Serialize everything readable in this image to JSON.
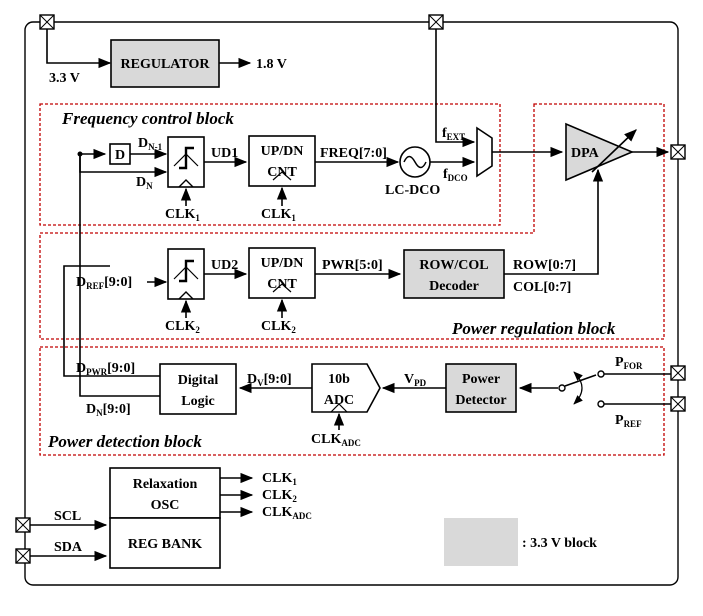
{
  "supply": {
    "in": "3.3 V",
    "out": "1.8 V"
  },
  "regulator": "REGULATOR",
  "blocks": {
    "freq_title": "Frequency control block",
    "power_reg_title": "Power regulation block",
    "power_det_title": "Power detection block"
  },
  "freq": {
    "d_box": "D",
    "dn1_main": "D",
    "dn1_sub": "N-1",
    "dn_main": "D",
    "dn_sub": "N",
    "clk1_main": "CLK",
    "clk1_sub": "1",
    "ud1": "UD1",
    "cnt_line1": "UP/DN",
    "cnt_line2": "CNT",
    "freq_bus": "FREQ[7:0]",
    "lcdco": "LC-DCO",
    "fext_main": "f",
    "fext_sub": "EXT",
    "fdco_main": "f",
    "fdco_sub": "DCO"
  },
  "dpa": "DPA",
  "pwr": {
    "dref_main": "D",
    "dref_sub": "REF",
    "dref_bus": "[9:0]",
    "clk2_main": "CLK",
    "clk2_sub": "2",
    "ud2": "UD2",
    "cnt_line1": "UP/DN",
    "cnt_line2": "CNT",
    "pwr_bus": "PWR[5:0]",
    "decoder_line1": "ROW/COL",
    "decoder_line2": "Decoder",
    "row": "ROW[0:7]",
    "col": "COL[0:7]"
  },
  "det": {
    "dpwr_main": "D",
    "dpwr_sub": "PWR",
    "dpwr_bus": "[9:0]",
    "dn_main": "D",
    "dn_sub": "N",
    "dn_bus": "[9:0]",
    "logic_line1": "Digital",
    "logic_line2": "Logic",
    "dv_main": "D",
    "dv_sub": "V",
    "dv_bus": "[9:0]",
    "adc_line1": "10b",
    "adc_line2": "ADC",
    "clkadc_main": "CLK",
    "clkadc_sub": "ADC",
    "vpd_main": "V",
    "vpd_sub": "PD",
    "detector_line1": "Power",
    "detector_line2": "Detector",
    "pfor_main": "P",
    "pfor_sub": "FOR",
    "pref_main": "P",
    "pref_sub": "REF"
  },
  "misc": {
    "osc_line1": "Relaxation",
    "osc_line2": "OSC",
    "clk1_main": "CLK",
    "clk1_sub": "1",
    "clk2_main": "CLK",
    "clk2_sub": "2",
    "clkadc_main": "CLK",
    "clkadc_sub": "ADC",
    "regbank": "REG BANK",
    "scl": "SCL",
    "sda": "SDA",
    "legend": ": 3.3 V block"
  },
  "colors": {
    "block_border": "#c00000",
    "shaded_3v3": "#d9d9d9"
  }
}
